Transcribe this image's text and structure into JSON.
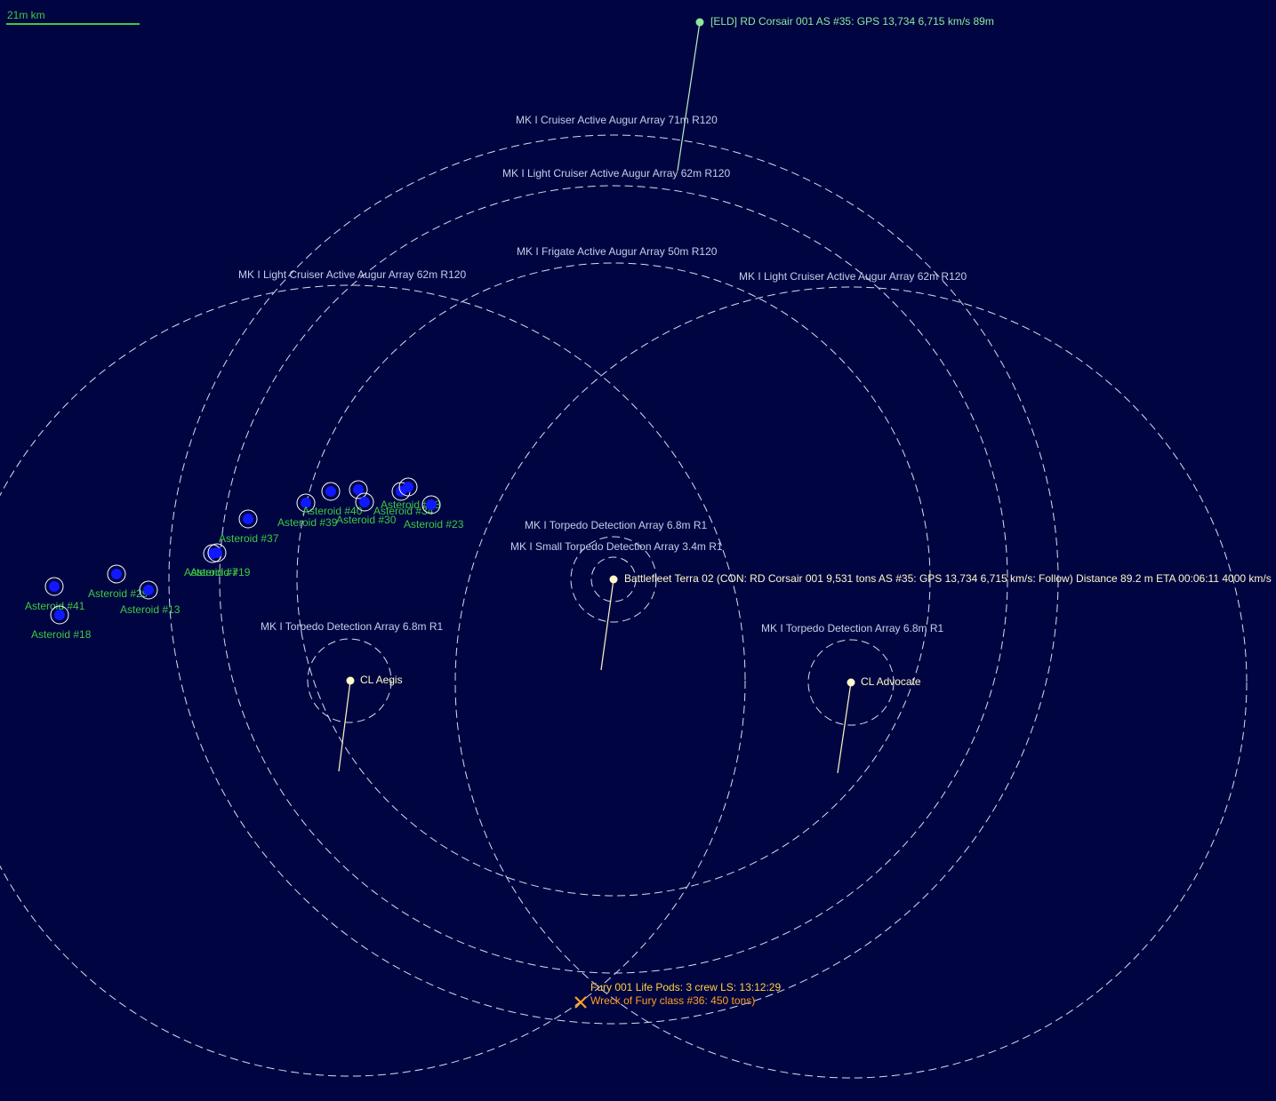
{
  "colors": {
    "background": "#000542",
    "range_ring": "#d8dcea",
    "range_label": "#c8cce8",
    "friendly": "#fff8c8",
    "asteroid_fill": "#1018ff",
    "asteroid_label": "#3fc83f",
    "contact": "#8ee89a",
    "wreck": "#ffa020",
    "scale_bar": "#3fc83f"
  },
  "scale": {
    "label": "21m km"
  },
  "range_labels": [
    "MK I Cruiser Active Augur Array  71m  R120",
    "MK I Light Cruiser Active Augur Array  62m  R120",
    "MK I Frigate Active Augur Array  50m  R120",
    "MK I Light Cruiser Active Augur Array  62m  R120",
    "MK I Light Cruiser Active Augur Array  62m  R120",
    "MK I Torpedo Detection Array  6.8m  R1",
    "MK I Small Torpedo Detection Array  3.4m  R1",
    "MK I Torpedo Detection Array  6.8m  R1",
    "MK I Torpedo Detection Array  6.8m  R1"
  ],
  "ships": [
    {
      "label": "Battlefleet Terra 02  (CON: RD Corsair 001  9,531 tons   AS #35: GPS 13,734   6,715 km/s: Follow)  Distance 89.2 m   ETA 00:06:11   4000 km/s"
    },
    {
      "label": "CL Aegis"
    },
    {
      "label": "CL Advocate"
    }
  ],
  "contact": {
    "label": "[ELD]  RD Corsair 001   AS #35: GPS 13,734   6,715 km/s  89m"
  },
  "asteroids": [
    "Asteroid #37",
    "Asteroid #39",
    "Asteroid #40",
    "Asteroid #30",
    "Asteroid #34",
    "Asteroid #38",
    "Asteroid #23",
    "Asteroid #7",
    "Asteroid #19",
    "Asteroid #29",
    "Asteroid #13",
    "Asteroid #41",
    "Asteroid #18"
  ],
  "wreck": {
    "label": "Wreck of Fury class  #36: 450 tons)"
  },
  "lifepods": {
    "label": "Fury 001 Life Pods:  3 crew   LS: 13:12:29"
  }
}
